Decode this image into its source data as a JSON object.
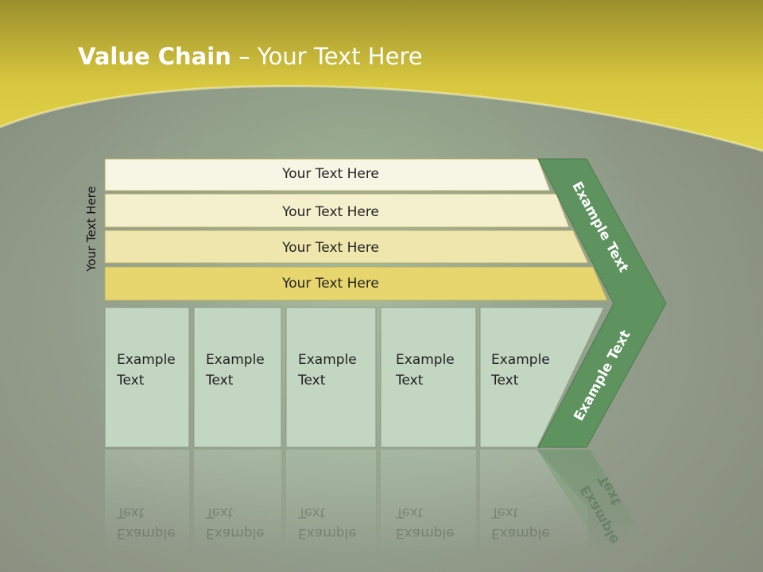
{
  "slide": {
    "title_bold": "Value Chain",
    "title_rest": " – Your Text Here",
    "side_label": "Your Text Here"
  },
  "bars": [
    {
      "label": "Your Text Here",
      "color": "#f7f5e3"
    },
    {
      "label": "Your Text Here",
      "color": "#f4efcc"
    },
    {
      "label": "Your Text Here",
      "color": "#efe6ad"
    },
    {
      "label": "Your Text Here",
      "color": "#e6d66d"
    }
  ],
  "boxes": [
    {
      "label": "Example Text"
    },
    {
      "label": "Example Text"
    },
    {
      "label": "Example Text"
    },
    {
      "label": "Example Text"
    },
    {
      "label": "Example Text"
    }
  ],
  "chevron": {
    "top_label": "Example Text",
    "bottom_label": "Example Text",
    "color": "#5e9360"
  },
  "colors": {
    "banner": "#d6c43a",
    "box_fill": "#c3d6c2",
    "box_border": "#8a9a88"
  }
}
